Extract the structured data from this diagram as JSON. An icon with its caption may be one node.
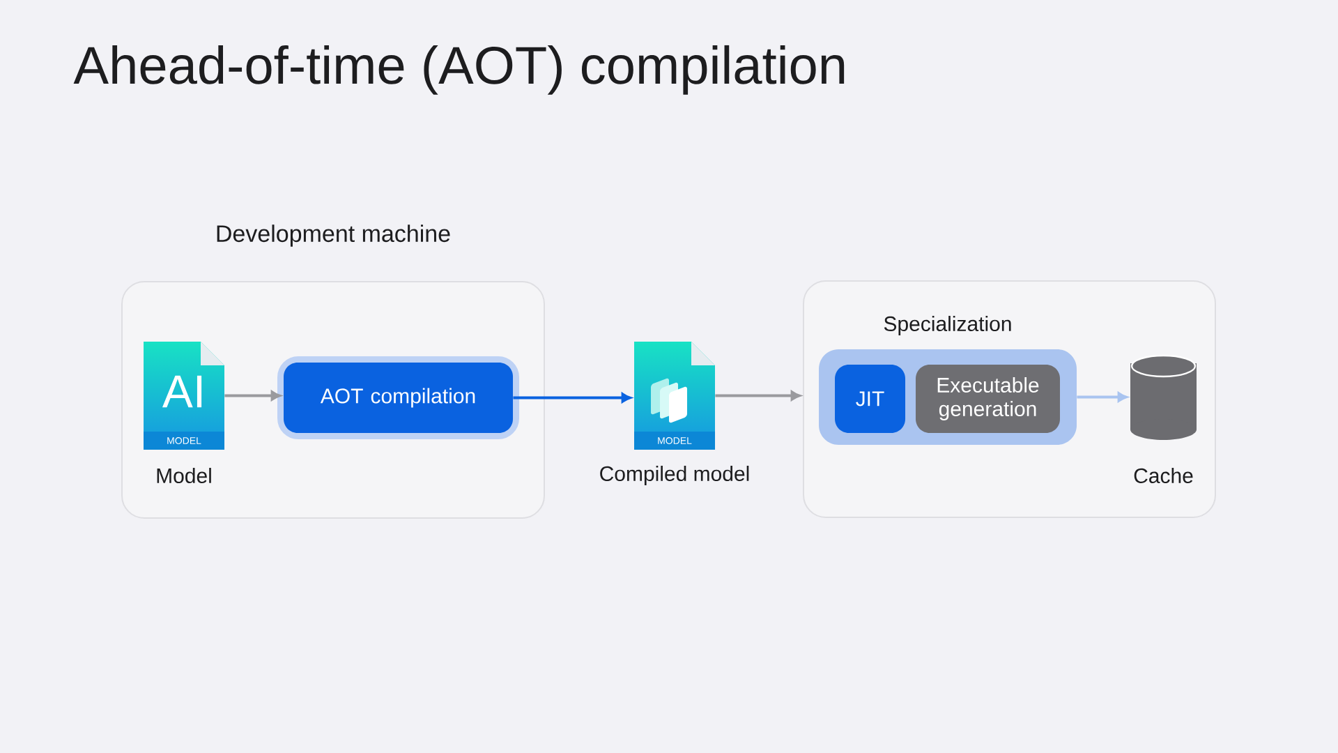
{
  "diagram": {
    "title": "Ahead-of-time (AOT) compilation",
    "nodes": [
      {
        "text": [
          "Development machine"
        ]
      },
      {
        "text": [
          "AI",
          "MODEL"
        ],
        "beside": [
          "Model"
        ],
        "in": 0
      },
      {
        "text": [
          "AOT compilation"
        ],
        "in": 0
      },
      {
        "text": [
          "MODEL"
        ],
        "beside": [
          "Compiled model"
        ]
      },
      {
        "text": [],
        "shape": "box"
      },
      {
        "text": [
          "Specialization"
        ],
        "in": 4
      },
      {
        "text": [
          "JIT"
        ],
        "in": 5
      },
      {
        "text": [
          "Executable generation"
        ],
        "in": 5
      },
      {
        "text": [],
        "shape": "cylinder",
        "beside": [
          "Cache"
        ],
        "in": 4
      }
    ],
    "edges": [
      {
        "from": 1,
        "to": 2,
        "arrow": "to"
      },
      {
        "from": 2,
        "to": 3,
        "arrow": "to",
        "color": "#0a62e0"
      },
      {
        "from": 3,
        "to": 4,
        "arrow": "to"
      },
      {
        "from": 5,
        "to": 8,
        "arrow": "to",
        "color": "#a9c4f0"
      }
    ]
  }
}
